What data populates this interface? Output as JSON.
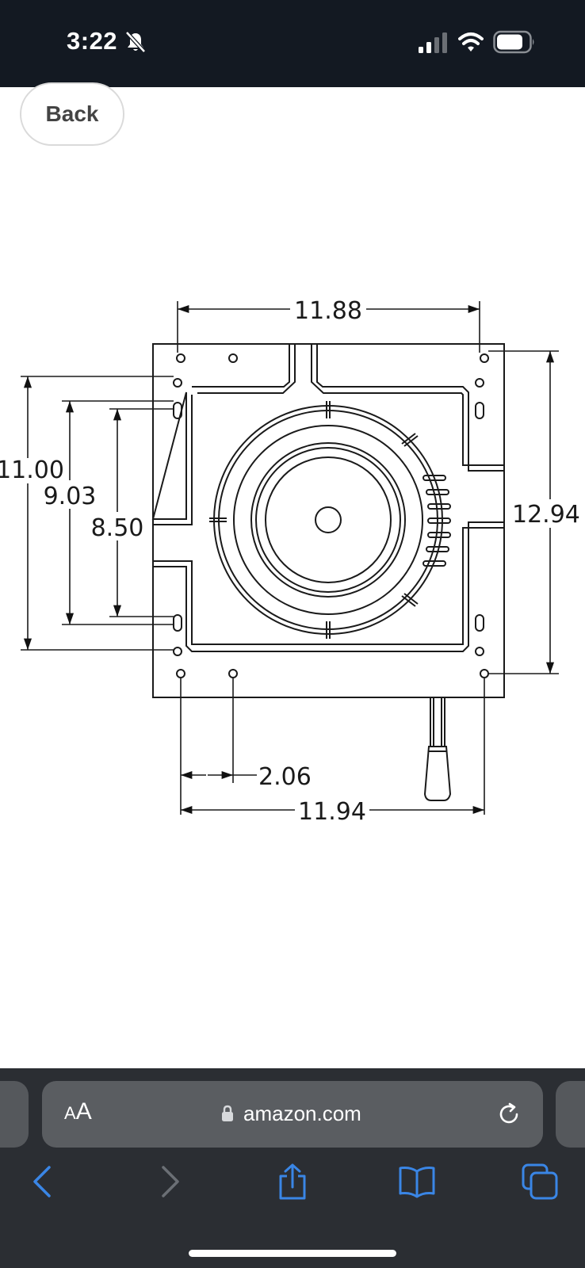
{
  "status_bar": {
    "time": "3:22",
    "icons": [
      "bell-slash-icon",
      "signal-icon",
      "wifi-icon",
      "battery-icon"
    ]
  },
  "nav": {
    "back_label": "Back"
  },
  "drawing": {
    "dimensions": {
      "top_width": "11.88",
      "left_outer": "11.00",
      "left_middle": "9.03",
      "left_inner": "8.50",
      "right_height": "12.94",
      "bottom_small": "2.06",
      "bottom_width": "11.94"
    }
  },
  "browser": {
    "text_size_small": "A",
    "text_size_large": "A",
    "url": "amazon.com",
    "toolbar_icons": [
      "back-arrow-icon",
      "forward-arrow-icon",
      "share-icon",
      "bookmarks-icon",
      "tabs-icon"
    ]
  },
  "colors": {
    "status_bar_bg": "#131922",
    "browser_bar_bg": "#2b2e33",
    "address_bar_bg": "#5a5d61",
    "toolbar_accent": "#3a86e6"
  }
}
